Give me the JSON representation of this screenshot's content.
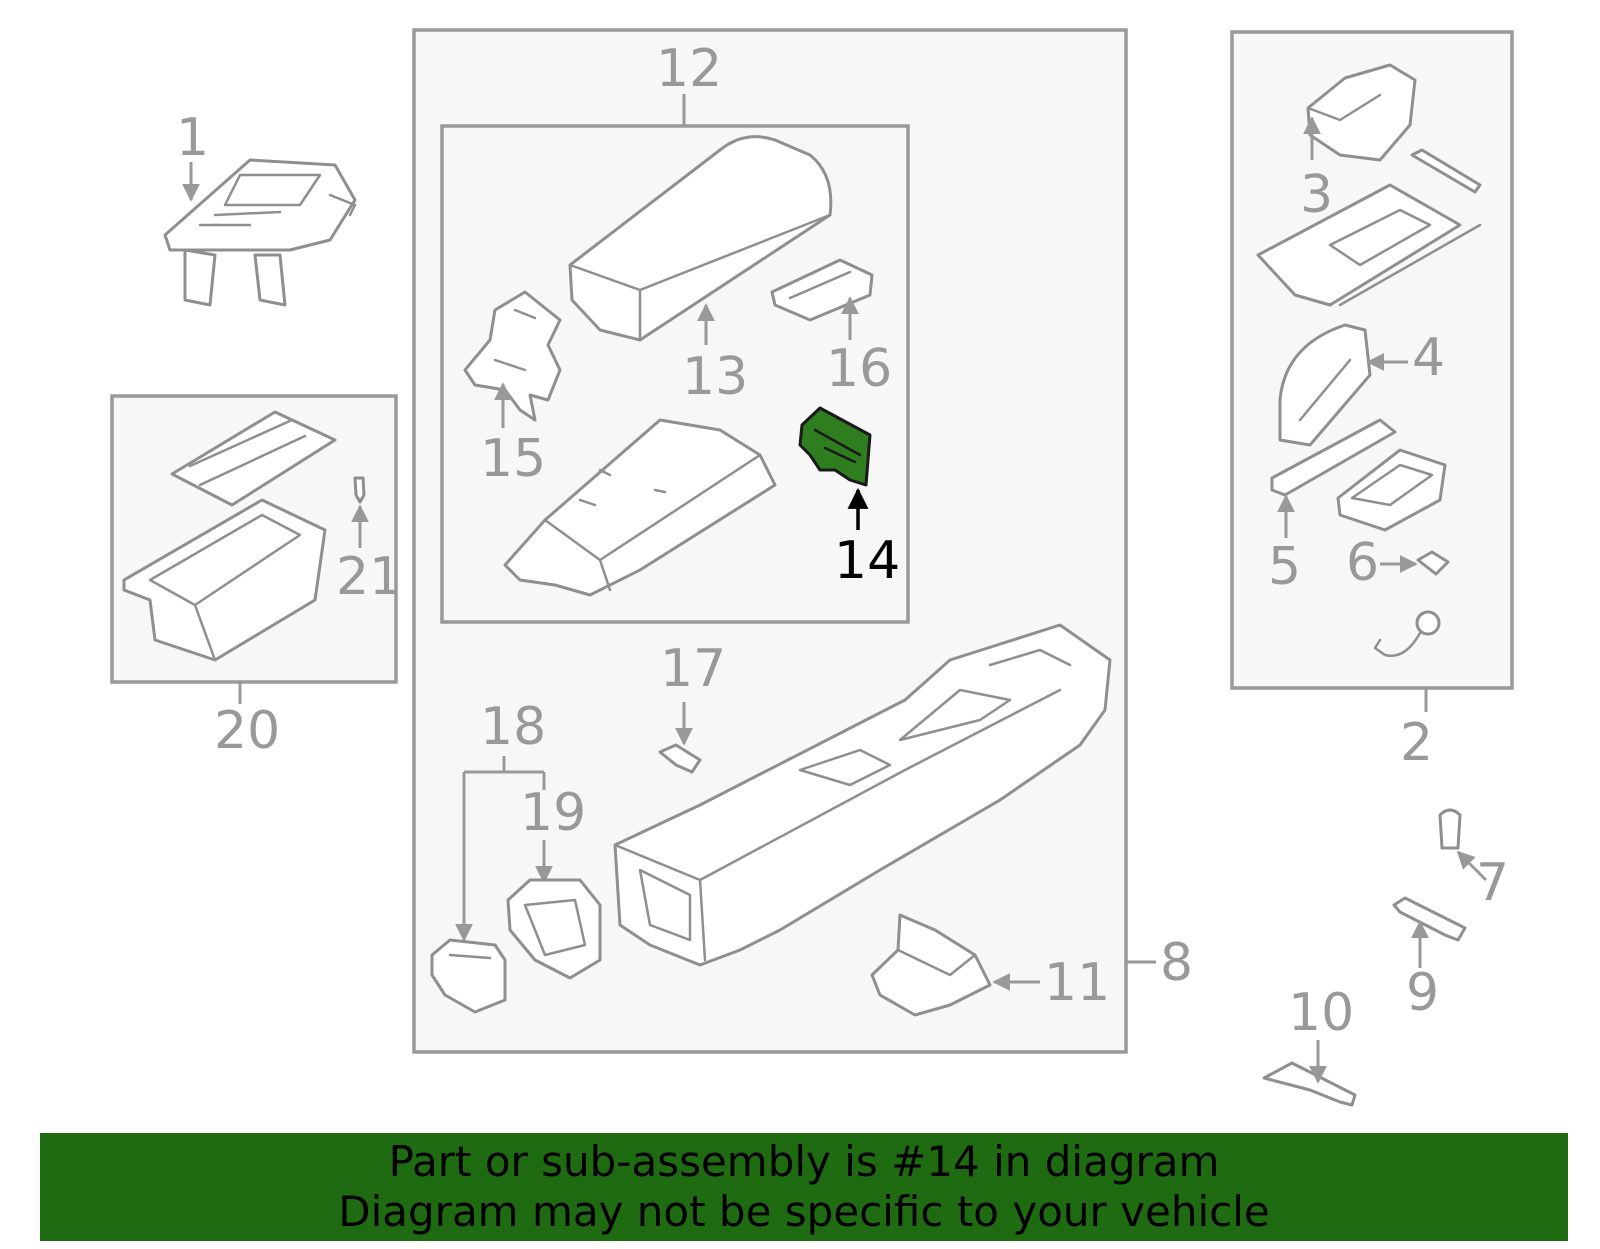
{
  "callouts": {
    "n1": "1",
    "n2": "2",
    "n3": "3",
    "n4": "4",
    "n5": "5",
    "n6": "6",
    "n7": "7",
    "n8": "8",
    "n9": "9",
    "n10": "10",
    "n11": "11",
    "n12": "12",
    "n13": "13",
    "n14": "14",
    "n15": "15",
    "n16": "16",
    "n17": "17",
    "n18": "18",
    "n19": "19",
    "n20": "20",
    "n21": "21"
  },
  "highlighted_part": "14",
  "colors": {
    "highlight": "#2e7d1e",
    "banner": "#1f6b12",
    "line_art": "#999999"
  },
  "banner": {
    "line1": "Part or sub-assembly is #14 in diagram",
    "line2": "Diagram may not be specific to your vehicle"
  }
}
